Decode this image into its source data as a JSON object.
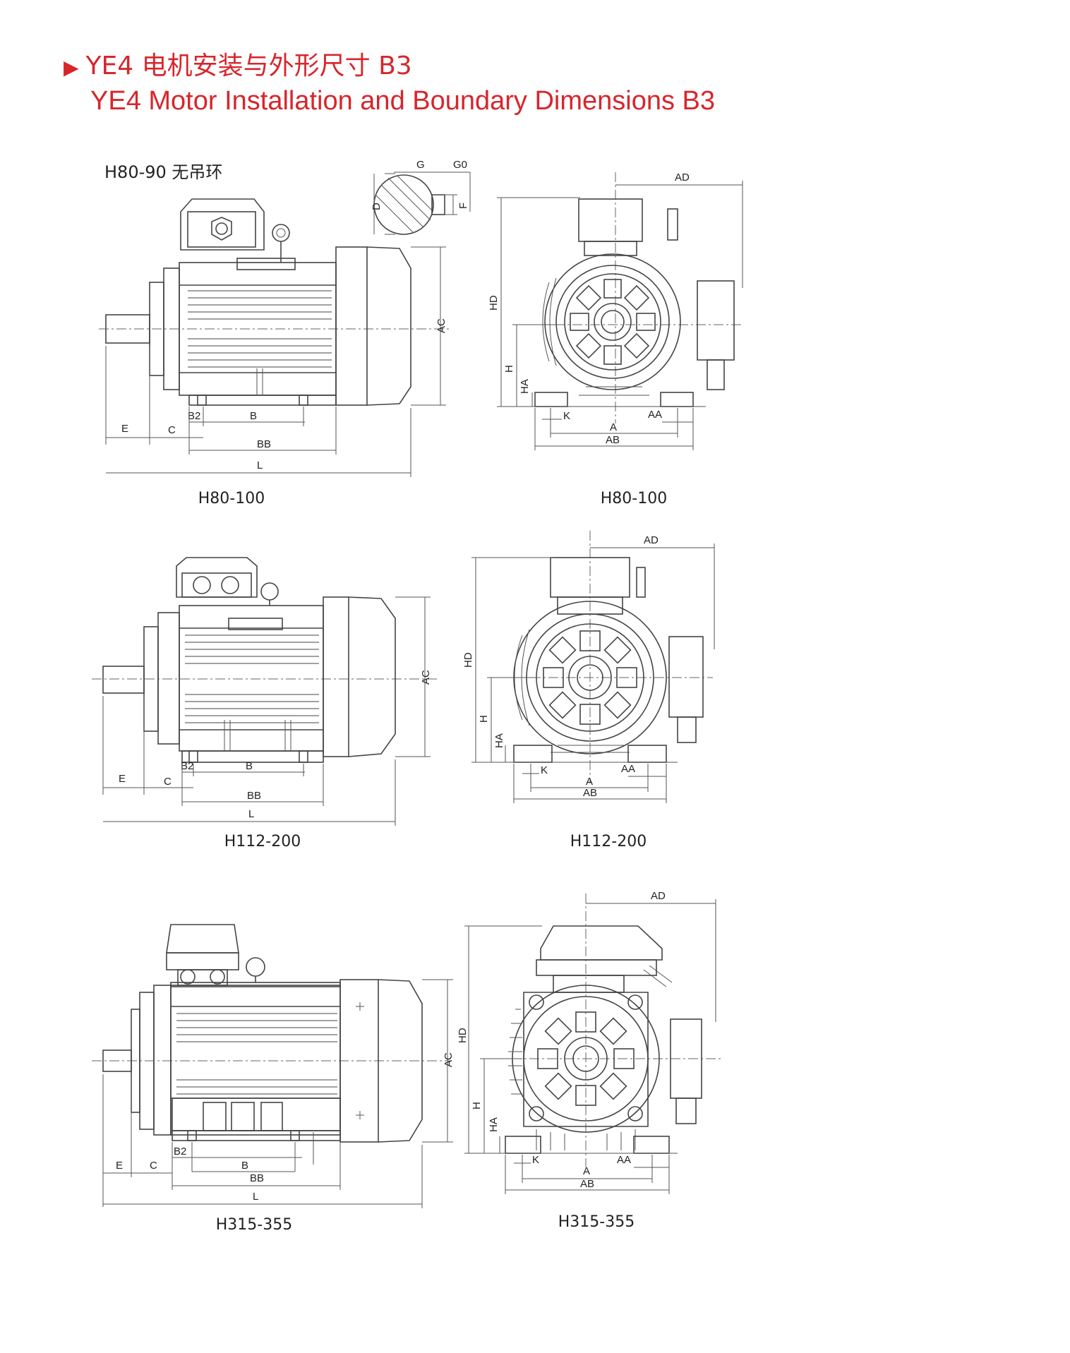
{
  "header": {
    "title_zh": "YE4 电机安装与外形尺寸 B3",
    "title_en": "YE4 Motor Installation and Boundary Dimensions B3"
  },
  "note_no_lifting_ring": "H80-90 无吊环",
  "shaft_detail_labels": [
    "G",
    "G0",
    "D",
    "F"
  ],
  "rows": [
    {
      "side_caption": "H80-100",
      "front_caption": "H80-100",
      "side_labels": {
        "AC": "AC",
        "B2": "B2",
        "B": "B",
        "E": "E",
        "C": "C",
        "BB": "BB",
        "L": "L"
      },
      "front_labels": {
        "AD": "AD",
        "HD": "HD",
        "H": "H",
        "HA": "HA",
        "K": "K",
        "AA": "AA",
        "A": "A",
        "AB": "AB"
      }
    },
    {
      "side_caption": "H112-200",
      "front_caption": "H112-200",
      "side_labels": {
        "AC": "AC",
        "B2": "B2",
        "B": "B",
        "E": "E",
        "C": "C",
        "BB": "BB",
        "L": "L"
      },
      "front_labels": {
        "AD": "AD",
        "HD": "HD",
        "H": "H",
        "HA": "HA",
        "K": "K",
        "AA": "AA",
        "A": "A",
        "AB": "AB"
      }
    },
    {
      "side_caption": "H315-355",
      "front_caption": "H315-355",
      "side_labels": {
        "AC": "AC",
        "B2": "B2",
        "B": "B",
        "E": "E",
        "C": "C",
        "BB": "BB",
        "L": "L"
      },
      "front_labels": {
        "AD": "AD",
        "HD": "HD",
        "H": "H",
        "HA": "HA",
        "K": "K",
        "AA": "AA",
        "A": "A",
        "AB": "AB"
      }
    }
  ]
}
